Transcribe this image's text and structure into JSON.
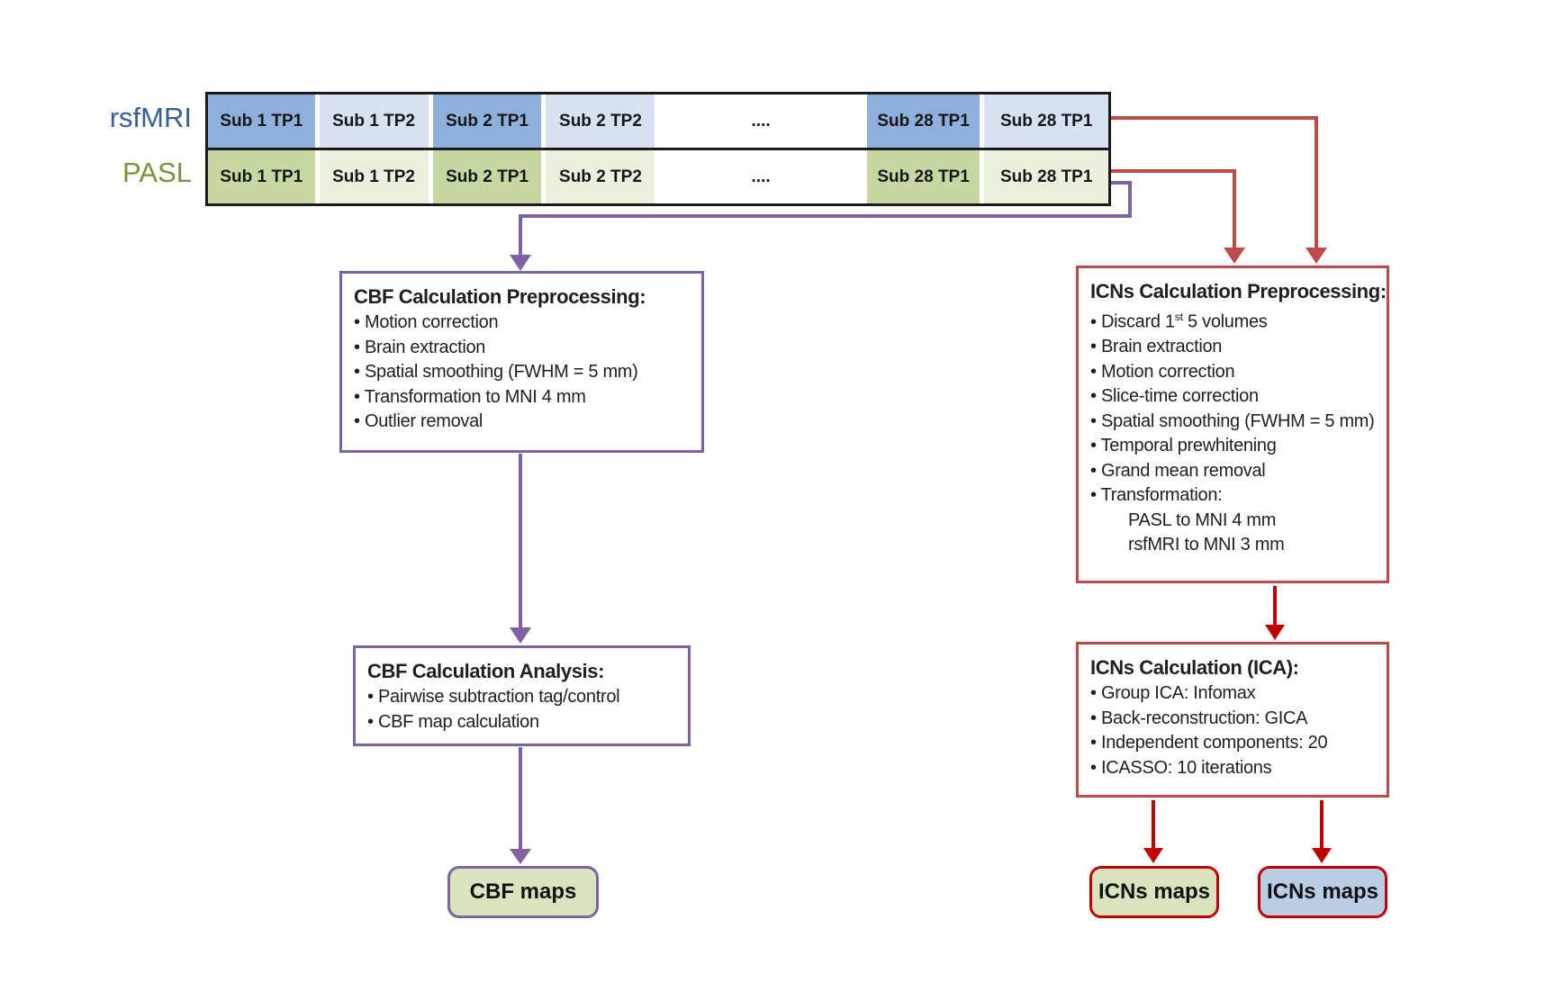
{
  "colors": {
    "ink": "#1f1f1f",
    "label_blue": "#376092",
    "label_green": "#77933C",
    "cell_blue_dark": "#8FAFDD",
    "cell_blue_light": "#D8E1F1",
    "cell_green_dark": "#C7D7A2",
    "cell_green_light": "#EAF0DB",
    "purple": "#7E62A1",
    "red_muted": "#BE4B48",
    "red_bright": "#C00000",
    "maps_green": "#D9E4BE",
    "maps_blue": "#B9CDE5"
  },
  "table": {
    "row_labels": {
      "row1": "rsfMRI",
      "row2": "PASL"
    },
    "columns": [
      "Sub 1 TP1",
      "Sub 1 TP2",
      "Sub 2 TP1",
      "Sub 2 TP2",
      "....",
      "Sub 28 TP1",
      "Sub 28 TP1"
    ]
  },
  "boxes": {
    "cbf_pre": {
      "title": "CBF Calculation Preprocessing:",
      "bullets": [
        "Motion correction",
        "Brain extraction",
        "Spatial smoothing (FWHM = 5 mm)",
        "Transformation to MNI 4 mm",
        "Outlier removal"
      ]
    },
    "cbf_analysis": {
      "title": "CBF Calculation Analysis:",
      "bullets": [
        "Pairwise subtraction tag/control",
        "CBF map calculation"
      ]
    },
    "cbf_maps": {
      "label": "CBF maps"
    },
    "icn_pre": {
      "title": "ICNs Calculation Preprocessing:",
      "bullet1": {
        "pre": "Discard 1",
        "sup": "st",
        "post": " 5 volumes"
      },
      "bullets": [
        "Brain extraction",
        "Motion correction",
        "Slice-time correction",
        "Spatial smoothing (FWHM = 5 mm)",
        "Temporal prewhitening",
        "Grand mean removal",
        "Transformation:"
      ],
      "sub_items": [
        "PASL to MNI 4 mm",
        "rsfMRI to MNI 3 mm"
      ]
    },
    "icn_ica": {
      "title": "ICNs Calculation (ICA):",
      "bullets": [
        "Group ICA: Infomax",
        "Back-reconstruction: GICA",
        "Independent components: 20",
        "ICASSO: 10 iterations"
      ]
    },
    "icn_maps_left": {
      "label": "ICNs maps"
    },
    "icn_maps_right": {
      "label": "ICNs maps"
    }
  }
}
